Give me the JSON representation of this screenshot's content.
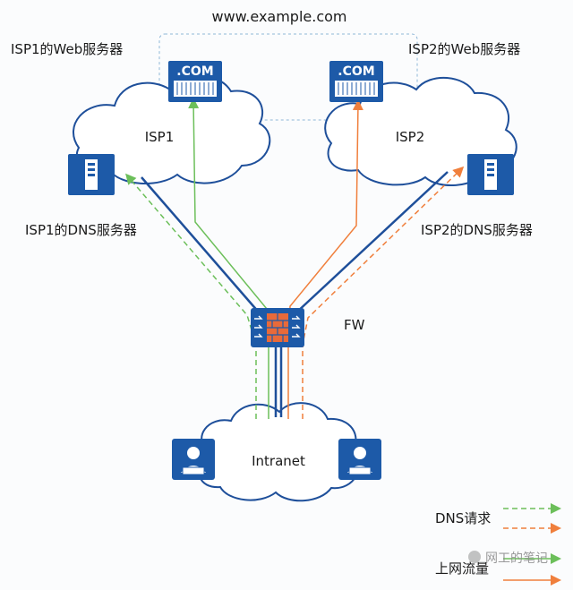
{
  "diagram": {
    "domain_label": "www.example.com",
    "isp1_web_label": "ISP1的Web服务器",
    "isp2_web_label": "ISP2的Web服务器",
    "isp1_label": "ISP1",
    "isp2_label": "ISP2",
    "isp1_dns_label": "ISP1的DNS服务器",
    "isp2_dns_label": "ISP2的DNS服务器",
    "fw_label": "FW",
    "intranet_label": "Intranet",
    "server_badge": ".COM"
  },
  "legend": {
    "dns_request": "DNS请求",
    "internet_traffic": "上网流量"
  },
  "watermark": "网工的笔记",
  "colors": {
    "link_blue": "#1e4f9a",
    "green": "#6cbf5a",
    "orange": "#f07f3c",
    "device_blue": "#1d5aa8"
  }
}
